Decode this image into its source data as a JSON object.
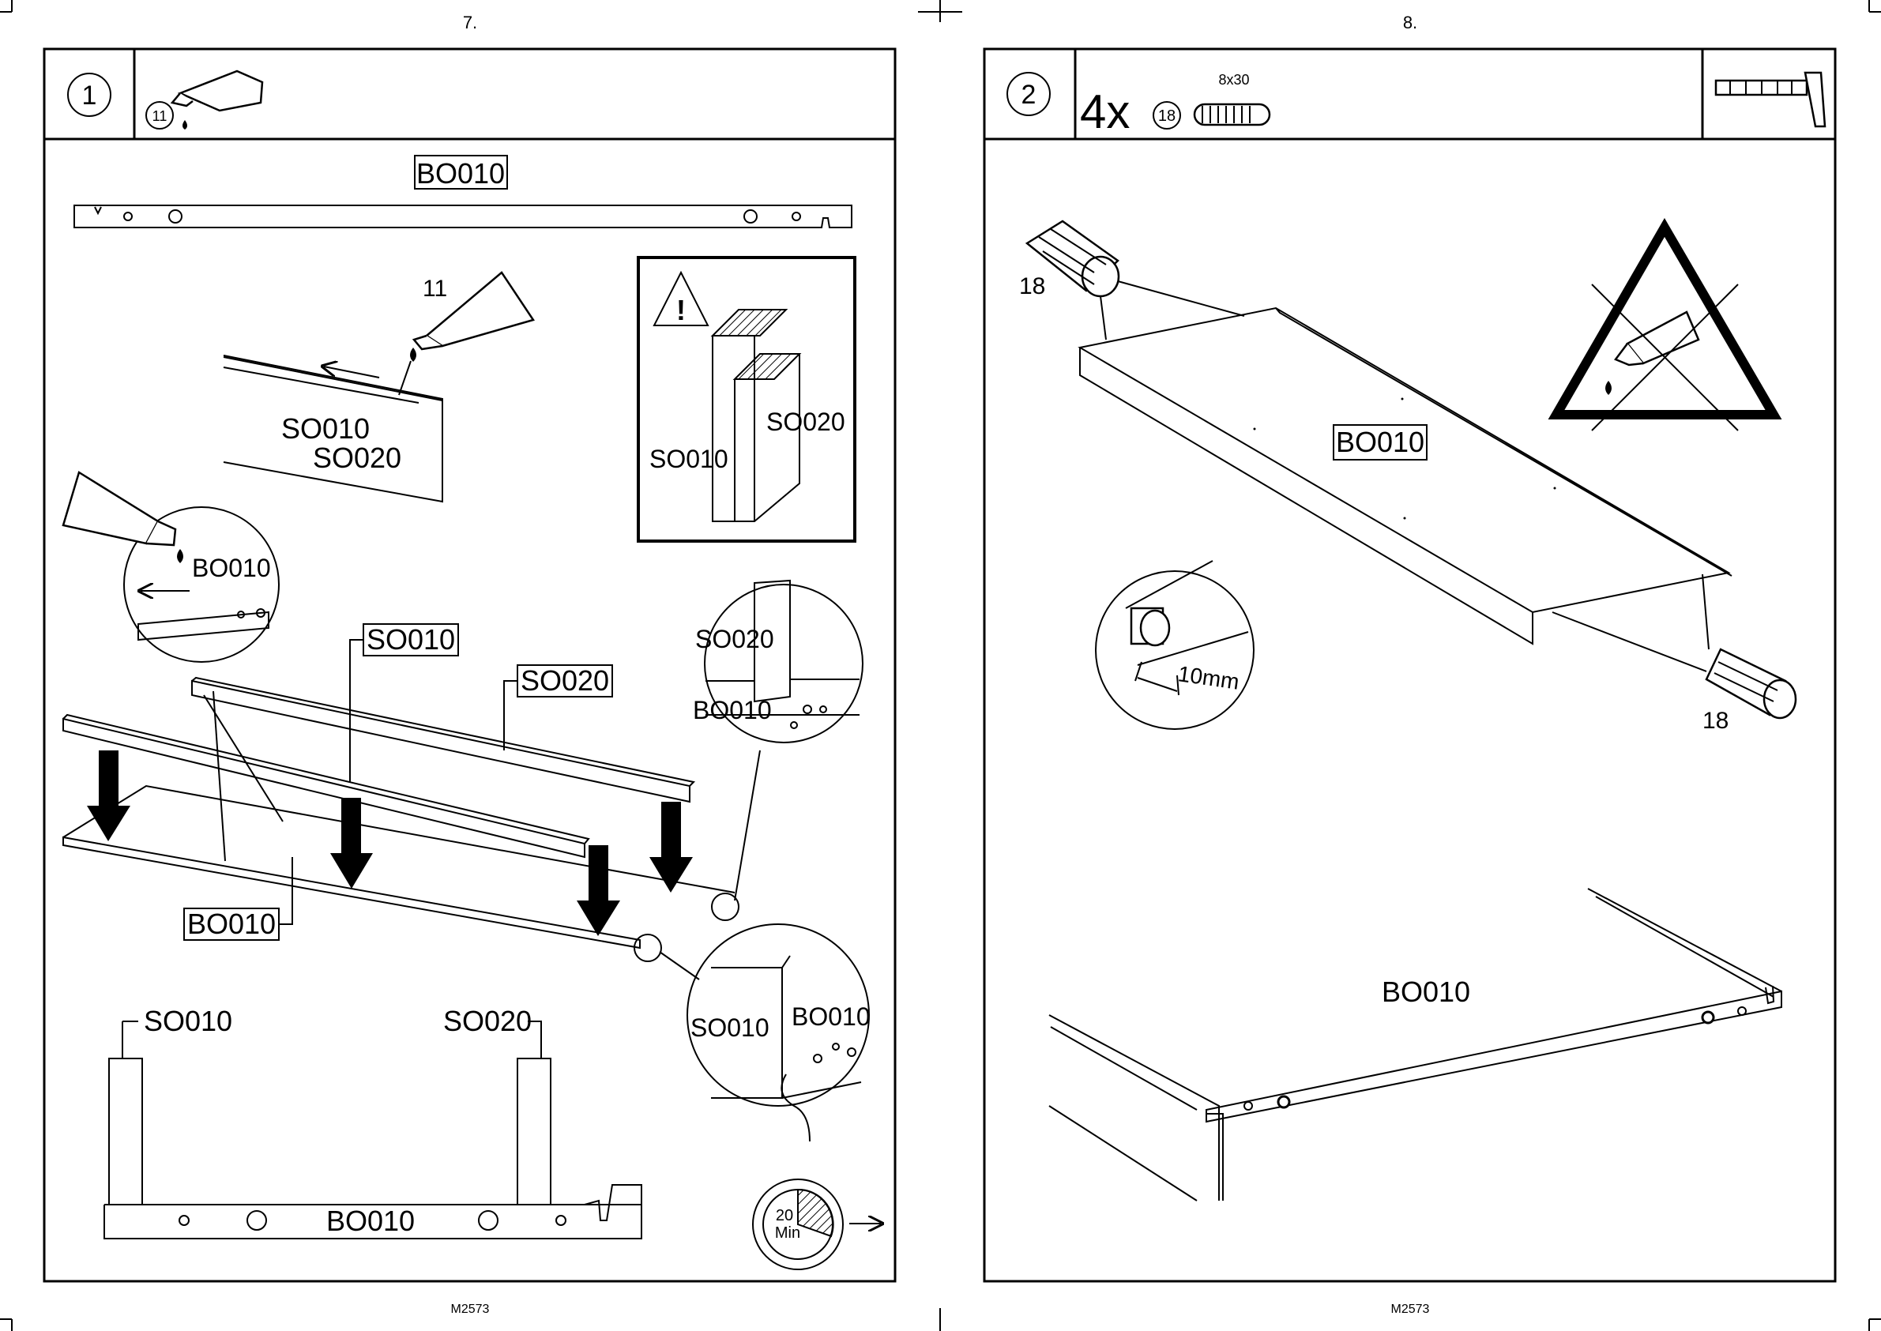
{
  "pages": [
    {
      "page_number": "7.",
      "footer_code": "M2573",
      "step_number": "1",
      "header_part_number": "11",
      "top_part_label": "BO010",
      "glue_part_label": "11",
      "strip_labels": [
        "SO010",
        "SO020"
      ],
      "warning_labels": [
        "SO020",
        "SO010"
      ],
      "zoom_left_label": "BO010",
      "assembly_label_so010": "SO010",
      "assembly_label_so020": "SO020",
      "assembly_label_bo010": "BO010",
      "zoom_right_top": [
        "SO020",
        "BO010"
      ],
      "zoom_right_bottom": [
        "SO010",
        "BO010"
      ],
      "section_labels": [
        "SO010",
        "SO020",
        "BO010"
      ],
      "timer_value": "20",
      "timer_unit": "Min"
    },
    {
      "page_number": "8.",
      "footer_code": "M2573",
      "step_number": "2",
      "quantity": "4x",
      "header_part_number": "18",
      "dowel_size": "8x30",
      "dowel_label_left": "18",
      "dowel_label_right": "18",
      "panel_label": "BO010",
      "measure_label": "10mm",
      "bottom_panel_label": "BO010"
    }
  ],
  "icons": [
    "glue-tube-icon",
    "warning-triangle-icon",
    "hammer-icon",
    "no-glue-icon",
    "timer-icon",
    "next-arrow-icon",
    "dowel-icon"
  ]
}
